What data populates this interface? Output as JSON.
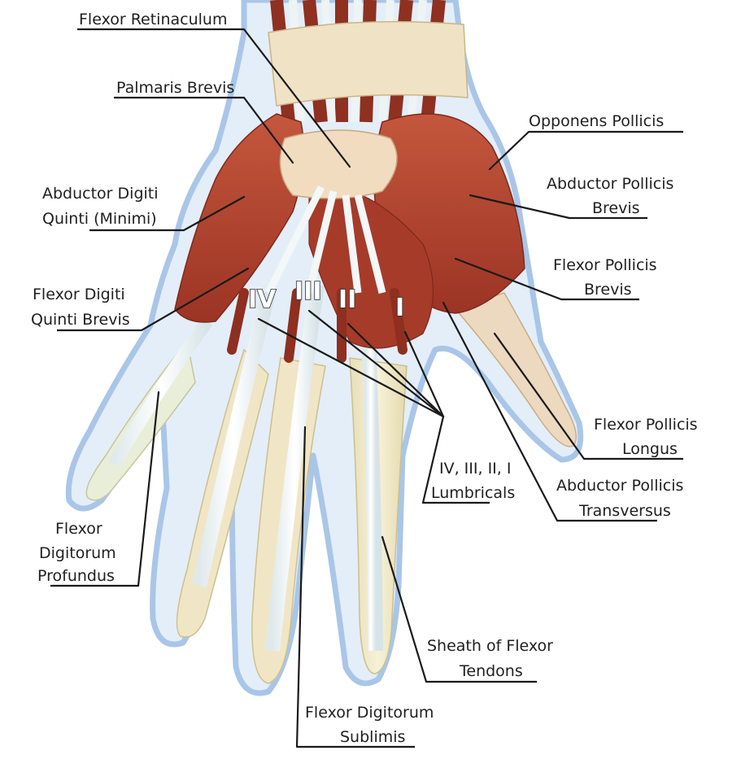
{
  "labels": {
    "flexor_retinaculum": "Flexor Retinaculum",
    "palmaris_brevis": "Palmaris Brevis",
    "opponens_pollicis": "Opponens Pollicis",
    "abductor_digiti_quinti_1": "Abductor Digiti",
    "abductor_digiti_quinti_2": "Quinti (Minimi)",
    "abductor_pollicis_brevis_1": "Abductor Pollicis",
    "abductor_pollicis_brevis_2": "Brevis",
    "flexor_pollicis_brevis_1": "Flexor Pollicis",
    "flexor_pollicis_brevis_2": "Brevis",
    "flexor_digiti_quinti_brevis_1": "Flexor Digiti",
    "flexor_digiti_quinti_brevis_2": "Quinti Brevis",
    "flexor_pollicis_longus_1": "Flexor Pollicis",
    "flexor_pollicis_longus_2": "Longus",
    "lumbricals_1": "IV, III, II, I",
    "lumbricals_2": "Lumbricals",
    "abductor_pollicis_transversus_1": "Abductor Pollicis",
    "abductor_pollicis_transversus_2": "Transversus",
    "flexor_digitorum_profundus_1": "Flexor",
    "flexor_digitorum_profundus_2": "Digitorum",
    "flexor_digitorum_profundus_3": "Profundus",
    "sheath_of_flexor_tendons_1": "Sheath of Flexor",
    "sheath_of_flexor_tendons_2": "Tendons",
    "flexor_digitorum_sublimis_1": "Flexor Digitorum",
    "flexor_digitorum_sublimis_2": "Sublimis"
  },
  "lumbrical_numerals": [
    "IV",
    "III",
    "II",
    "I"
  ],
  "colors": {
    "muscle": "#b84a34",
    "muscle_dark": "#8e2f20",
    "tendon": "#eef3f4",
    "skin_outline": "#a9c6e8",
    "skin_fill": "#e6f0fa",
    "retinaculum": "#f0dcc0"
  }
}
